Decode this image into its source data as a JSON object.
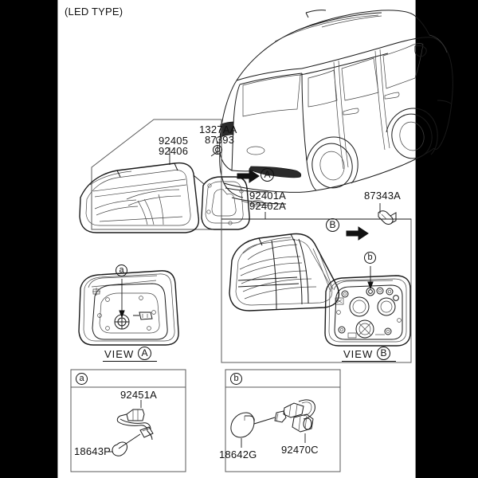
{
  "diagram": {
    "title": "(LED TYPE)",
    "subject": "Rear combination tail lamp assembly exploded parts diagram",
    "vehicle_view": "rear three-quarter SUV with tail lamps highlighted"
  },
  "labels": {
    "led_type": "(LED TYPE)",
    "inner_lamp_1": "92405",
    "inner_lamp_2": "92406",
    "screw_1": "1327AA",
    "screw_2": "87393",
    "outer_lamp_1": "92401A",
    "outer_lamp_2": "92402A",
    "clip": "87343A",
    "view_word_a": "VIEW",
    "view_word_b": "VIEW"
  },
  "callouts": {
    "arrow_a": "A",
    "arrow_b": "B",
    "view_a": "A",
    "view_b": "B",
    "detail_a": "a",
    "detail_b": "b",
    "socket_a_ref": "a",
    "socket_b_ref": "b"
  },
  "detail_box_a": {
    "tag": "a",
    "socket_part": "92451A",
    "bulb_part": "18643P"
  },
  "detail_box_b": {
    "tag": "b",
    "socket_part": "92470C",
    "bulb_part": "18642G"
  },
  "colors": {
    "background": "#000000",
    "sheet": "#ffffff",
    "line": "#1a1a1a",
    "frame": "#5a5a5a",
    "lamp_lens": "#2b2b2b"
  }
}
